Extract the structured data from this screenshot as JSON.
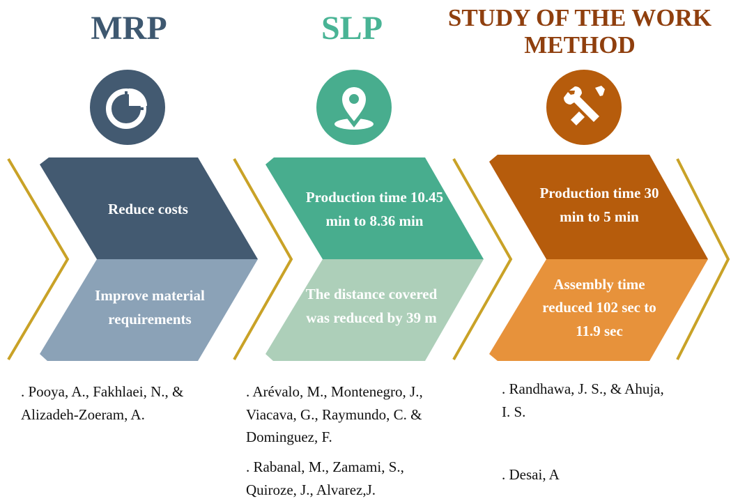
{
  "columns": [
    {
      "title": "MRP",
      "color_title": "#3E5870",
      "icon": "pie-chart-icon",
      "top_text": "Reduce costs",
      "bottom_text": "Improve material requirements",
      "color_top": "#435A71",
      "color_bottom": "#8BA2B7",
      "references": [
        ". Pooya, A., Fakhlaei, N., & Alizadeh-Zoeram, A."
      ]
    },
    {
      "title": "SLP",
      "color_title": "#49B495",
      "icon": "location-pin-icon",
      "top_text": "Production time 10.45 min to 8.36 min",
      "bottom_text": "The distance covered was reduced by 39 m",
      "color_top": "#48AD8E",
      "color_bottom": "#ADCFB9",
      "references": [
        ". Arévalo, M., Montenegro, J., Viacava, G., Raymundo, C. & Dominguez, F.",
        ". Rabanal, M., Zamami, S., Quiroze, J., Alvarez,J."
      ]
    },
    {
      "title": "STUDY OF THE WORK METHOD",
      "color_title": "#8F3F0E",
      "icon": "wrench-screwdriver-icon",
      "top_text": "Production time 30 min to 5 min",
      "bottom_text": "Assembly time reduced 102 sec to 11.9 sec",
      "color_top": "#B65C0C",
      "color_bottom": "#E7923B",
      "references": [
        ". Randhawa, J. S., & Ahuja, I. S.",
        ". Desai, A"
      ]
    }
  ],
  "chevron_color": "#C9A227"
}
